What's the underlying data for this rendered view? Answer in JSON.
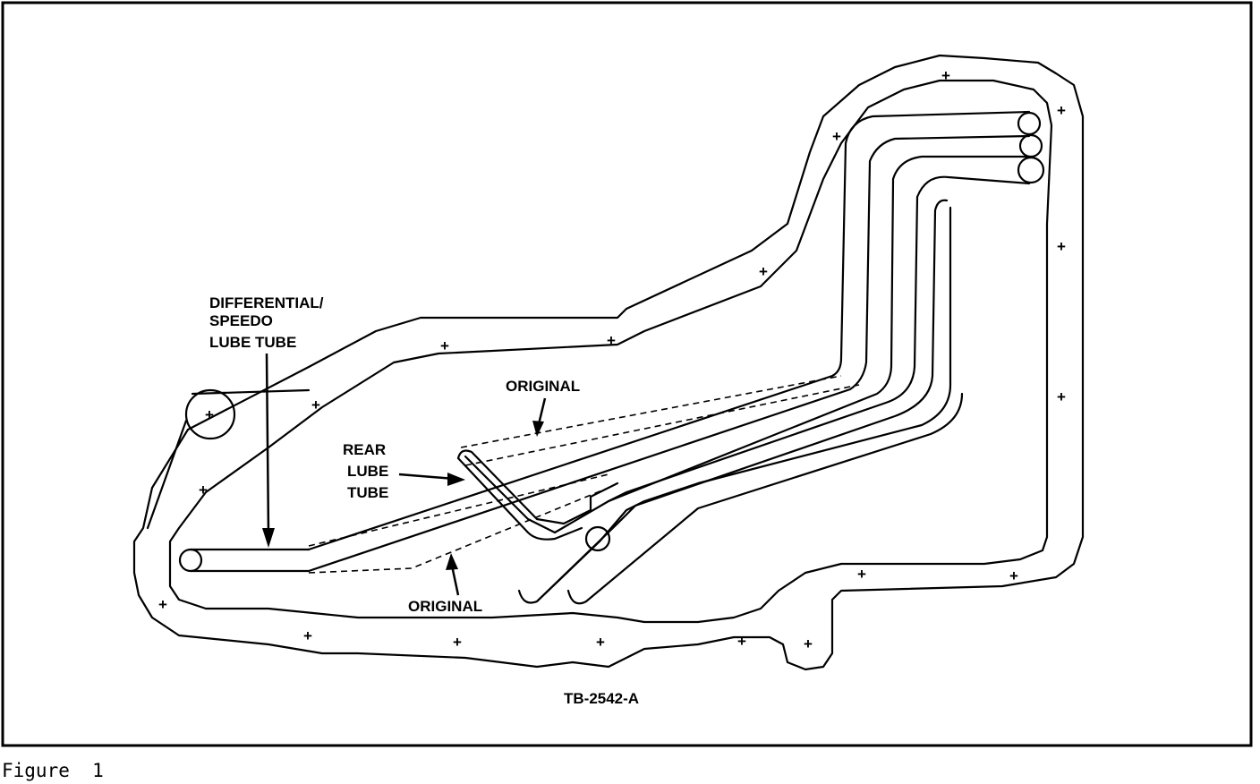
{
  "diagram": {
    "labels": {
      "diff_line1": "DIFFERENTIAL/",
      "diff_line2": "SPEEDO",
      "diff_line3": "LUBE TUBE",
      "original_top": "ORIGINAL",
      "rear_line1": "REAR",
      "rear_line2": "LUBE",
      "rear_line3": "TUBE",
      "original_bottom": "ORIGINAL",
      "drawing_code": "TB-2542-A"
    }
  },
  "caption": "Figure  1"
}
